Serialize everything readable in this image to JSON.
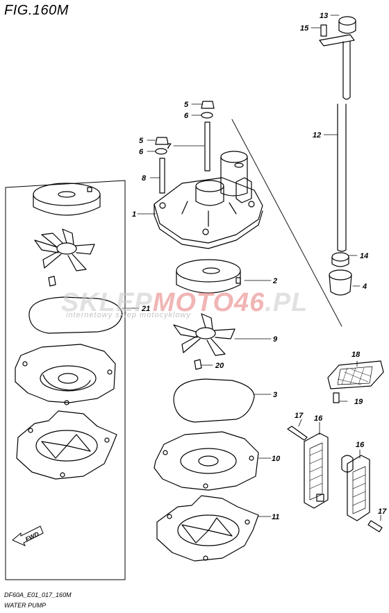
{
  "figure": {
    "title": "FIG.160M"
  },
  "footer": {
    "code": "DF60A_E01_017_160M",
    "name": "WATER PUMP"
  },
  "watermark": {
    "main_a": "SKLEP",
    "main_b": "MOTO46",
    "main_c": ".PL",
    "sub": "internetowy sklep motocyklowy"
  },
  "fwd_label": "FWD",
  "parts": [
    {
      "num": "1"
    },
    {
      "num": "2"
    },
    {
      "num": "3"
    },
    {
      "num": "4"
    },
    {
      "num": "5"
    },
    {
      "num": "5"
    },
    {
      "num": "6"
    },
    {
      "num": "6"
    },
    {
      "num": "7"
    },
    {
      "num": "8"
    },
    {
      "num": "9"
    },
    {
      "num": "10"
    },
    {
      "num": "11"
    },
    {
      "num": "12"
    },
    {
      "num": "13"
    },
    {
      "num": "14"
    },
    {
      "num": "15"
    },
    {
      "num": "16"
    },
    {
      "num": "16"
    },
    {
      "num": "17"
    },
    {
      "num": "17"
    },
    {
      "num": "18"
    },
    {
      "num": "19"
    },
    {
      "num": "20"
    },
    {
      "num": "21"
    }
  ]
}
